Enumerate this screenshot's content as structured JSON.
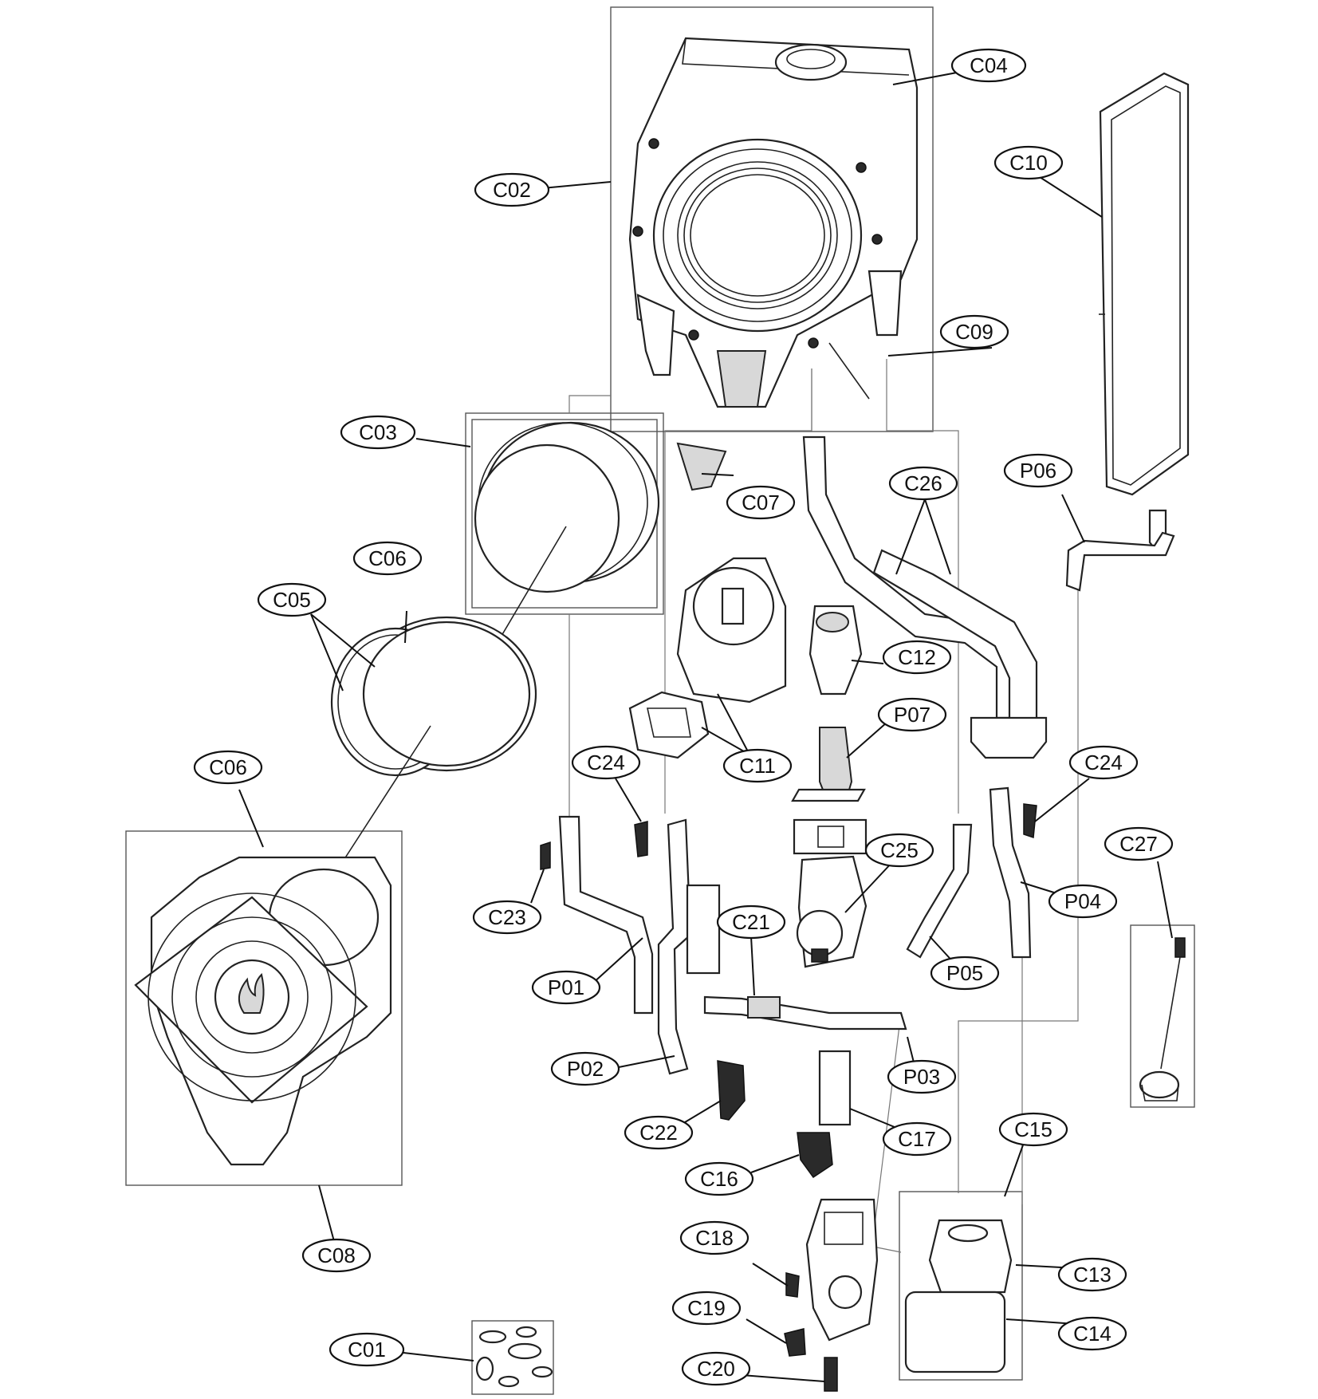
{
  "labels": {
    "C01": "C01",
    "C02": "C02",
    "C03": "C03",
    "C04": "C04",
    "C05": "C05",
    "C06a": "C06",
    "C06b": "C06",
    "C07": "C07",
    "C08": "C08",
    "C09": "C09",
    "C10": "C10",
    "C11": "C11",
    "C12": "C12",
    "C13": "C13",
    "C14": "C14",
    "C15": "C15",
    "C16": "C16",
    "C17": "C17",
    "C18": "C18",
    "C19": "C19",
    "C20": "C20",
    "C21": "C21",
    "C22": "C22",
    "C23": "C23",
    "C24a": "C24",
    "C24b": "C24",
    "C25": "C25",
    "C26": "C26",
    "C27": "C27",
    "P01": "P01",
    "P02": "P02",
    "P03": "P03",
    "P04": "P04",
    "P05": "P05",
    "P06": "P06",
    "P07": "P07"
  }
}
